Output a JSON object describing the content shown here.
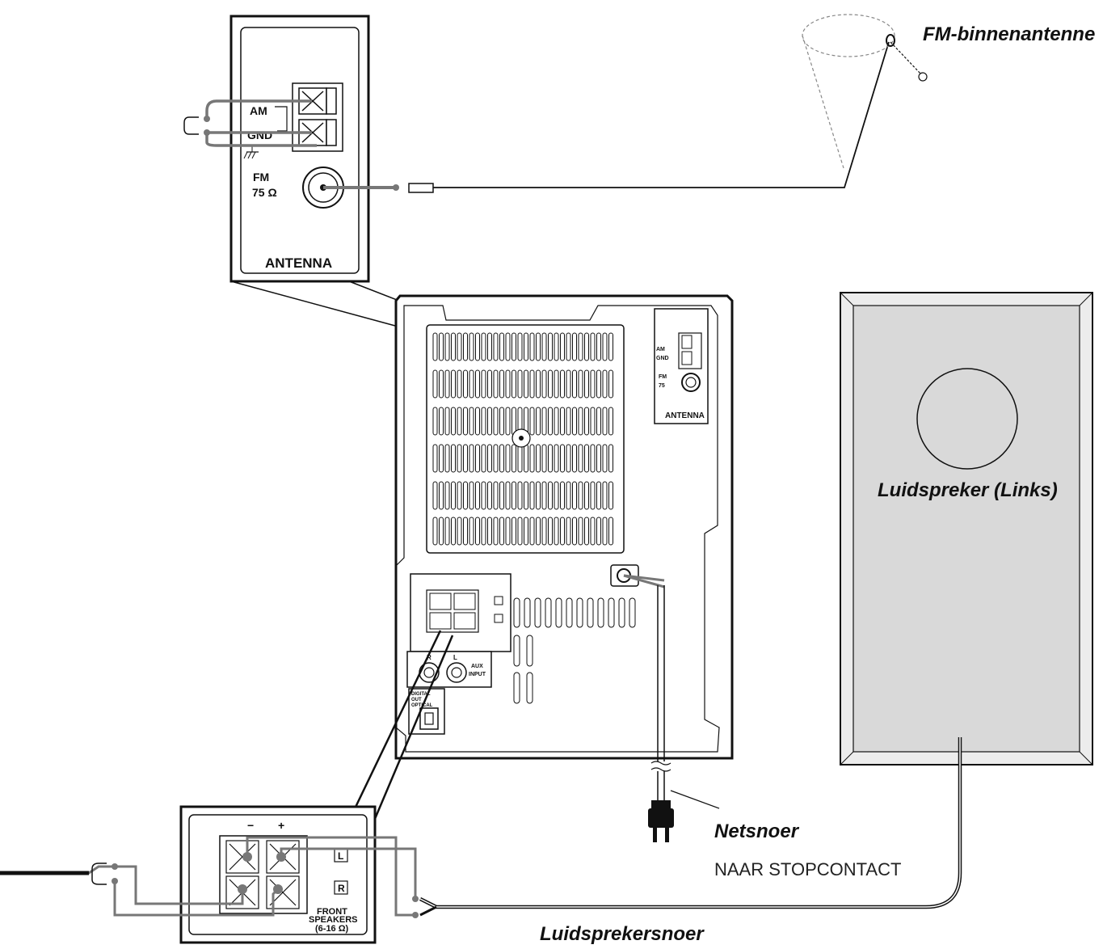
{
  "labels": {
    "fm_antenna": "FM-binnenantenne",
    "speaker_left": "Luidspreker (Links)",
    "power_cord": "Netsnoer",
    "to_outlet": "NAAR STOPCONTACT",
    "speaker_cable": "Luidsprekersnoer"
  },
  "antenna_panel": {
    "am": "AM",
    "gnd": "GND",
    "fm": "FM",
    "fm_impedance": "75 Ω",
    "title": "ANTENNA"
  },
  "unit_antenna_panel": {
    "am": "AM",
    "gnd": "GND",
    "fm": "FM",
    "fm_impedance": "75",
    "title": "ANTENNA"
  },
  "speaker_panel": {
    "minus": "−",
    "plus": "+",
    "left": "L",
    "right": "R",
    "title_line1": "FRONT",
    "title_line2": "SPEAKERS",
    "title_line3": "(6-16 Ω)"
  },
  "aux_panel": {
    "r": "R",
    "l": "L",
    "aux_line1": "AUX",
    "aux_line2": "INPUT",
    "digital_line1": "DIGITAL",
    "digital_line2": "OUT",
    "digital_line3": "OPTICAL"
  },
  "icons": [
    "fm-antenna-icon",
    "power-plug-icon",
    "ground-symbol-icon"
  ]
}
